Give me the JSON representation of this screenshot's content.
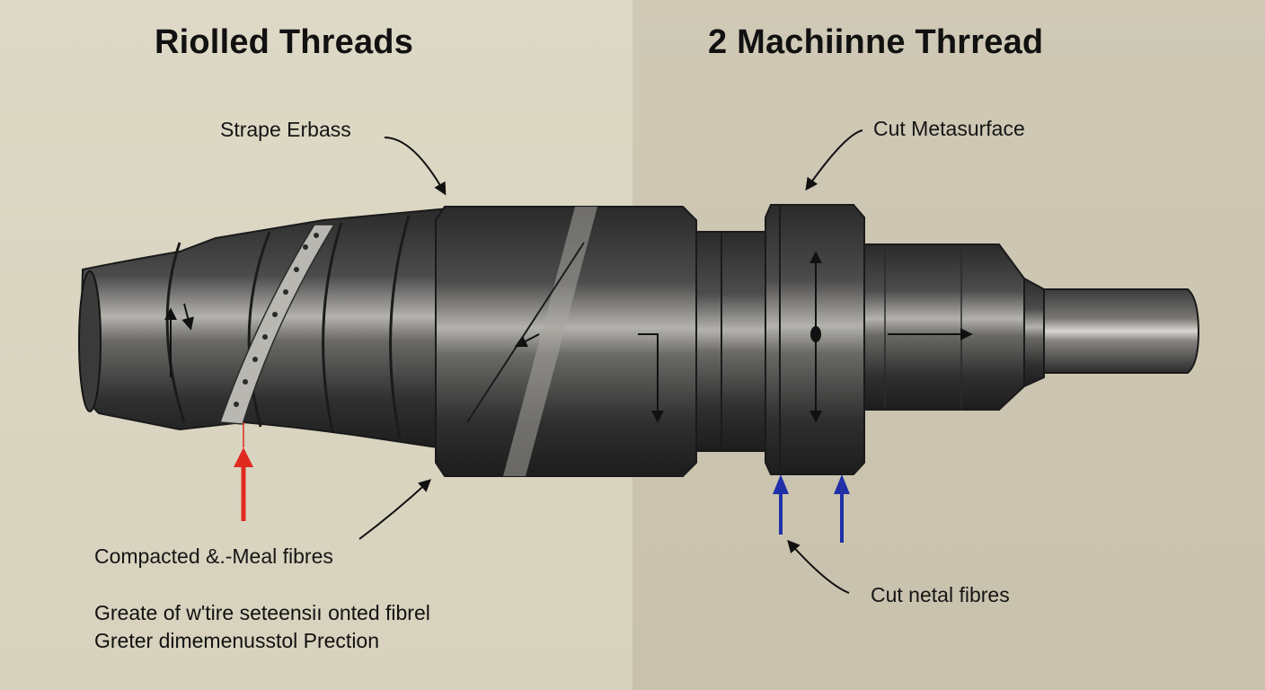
{
  "panels": {
    "left": {
      "title": "Riolled Threads",
      "background": "#dcd8c4",
      "callouts": {
        "top": "Strape Erbass",
        "bottom": "Compacted &.-Meal fibres"
      },
      "notes": [
        "Greate of w'tire seteensiı onted fibrel",
        "Greter dimemenusstol Prection"
      ],
      "arrow_color": "#e02a20"
    },
    "right": {
      "title": "2  Machiinne Thrread",
      "background": "#cdc7b3",
      "callouts": {
        "top": "Cut Metasurface",
        "bottom": "Cut netal fibres"
      },
      "arrow_color": "#2030a8"
    }
  }
}
